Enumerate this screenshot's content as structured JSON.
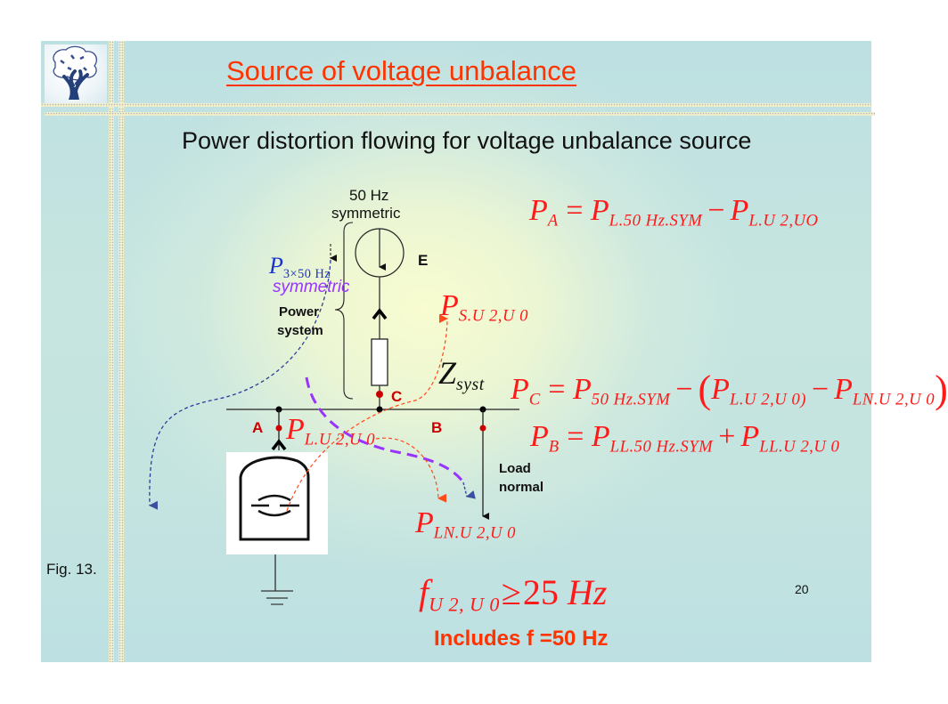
{
  "slide": {
    "title": "Source of voltage unbalance",
    "subtitle": "Power distortion flowing for voltage unbalance source",
    "figure_label": "Fig. 13.",
    "page_number": "20",
    "footer_note": "Includes f =50 Hz",
    "colors": {
      "title": "#ff3300",
      "formula": "#ff1a1a",
      "node_label": "#cc0000",
      "symmetric_flow": "#9933ff",
      "symmetric_power_label": "#1a33cc",
      "background": "#bde0e2"
    }
  },
  "logo": {
    "icon": "tree-icon"
  },
  "diagram": {
    "source_label_line1": "50 Hz",
    "source_label_line2": "symmetric",
    "source_node": "E",
    "power_system_line1": "Power",
    "power_system_line2": "system",
    "symmetric_power": {
      "symbol": "P",
      "subscript": "3×50 Hz",
      "caption": "symmetric"
    },
    "impedance": {
      "symbol": "Z",
      "subscript": "syst"
    },
    "nodes": {
      "a": "A",
      "b": "B",
      "c": "C"
    },
    "load_line1": "Load",
    "load_line2": "normal",
    "flow_labels": {
      "source": {
        "symbol": "P",
        "subscript": "S.U 2,U 0"
      },
      "unbalanced_load": {
        "symbol": "P",
        "subscript": "L.U 2,U 0"
      },
      "linear_load": {
        "symbol": "P",
        "subscript": "LN.U 2,U 0"
      }
    }
  },
  "equations": {
    "pa": {
      "lhs": "P",
      "lhs_sub": "A",
      "term1": "P",
      "term1_sub": "L.50 Hz.SYM",
      "op": "−",
      "term2": "P",
      "term2_sub": "L.U 2,UO"
    },
    "pc": {
      "lhs": "P",
      "lhs_sub": "C",
      "term1": "P",
      "term1_sub": "50 Hz.SYM",
      "op": "−",
      "open": "(",
      "term2": "P",
      "term2_sub": "L.U 2,U 0)",
      "op2": "−",
      "term3": "P",
      "term3_sub": "LN.U 2,U 0",
      "close": ")"
    },
    "pb": {
      "lhs": "P",
      "lhs_sub": "B",
      "term1": "P",
      "term1_sub": "LL.50 Hz.SYM",
      "op": "+",
      "term2": "P",
      "term2_sub": "LL.U 2,U 0"
    },
    "freq": {
      "symbol": "f",
      "sub": "U 2, U 0",
      "relation": "≥",
      "value": "25",
      "unit": "Hz"
    }
  }
}
